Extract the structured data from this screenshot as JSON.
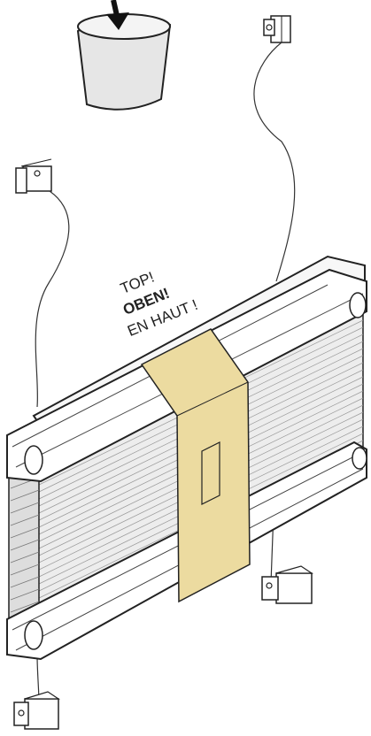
{
  "labels": {
    "top_en": "TOP!",
    "top_de": "OBEN!",
    "top_fr": "EN HAUT !"
  },
  "colors": {
    "line": "#222222",
    "tape": "#ecdba0",
    "cup": "#e6e6e6",
    "pleat": "#9a9a9a",
    "profile": "#f7f7f7"
  },
  "icons": [
    "trash-bin-icon",
    "arrow-down-icon",
    "bracket-icon",
    "cord-icon"
  ]
}
